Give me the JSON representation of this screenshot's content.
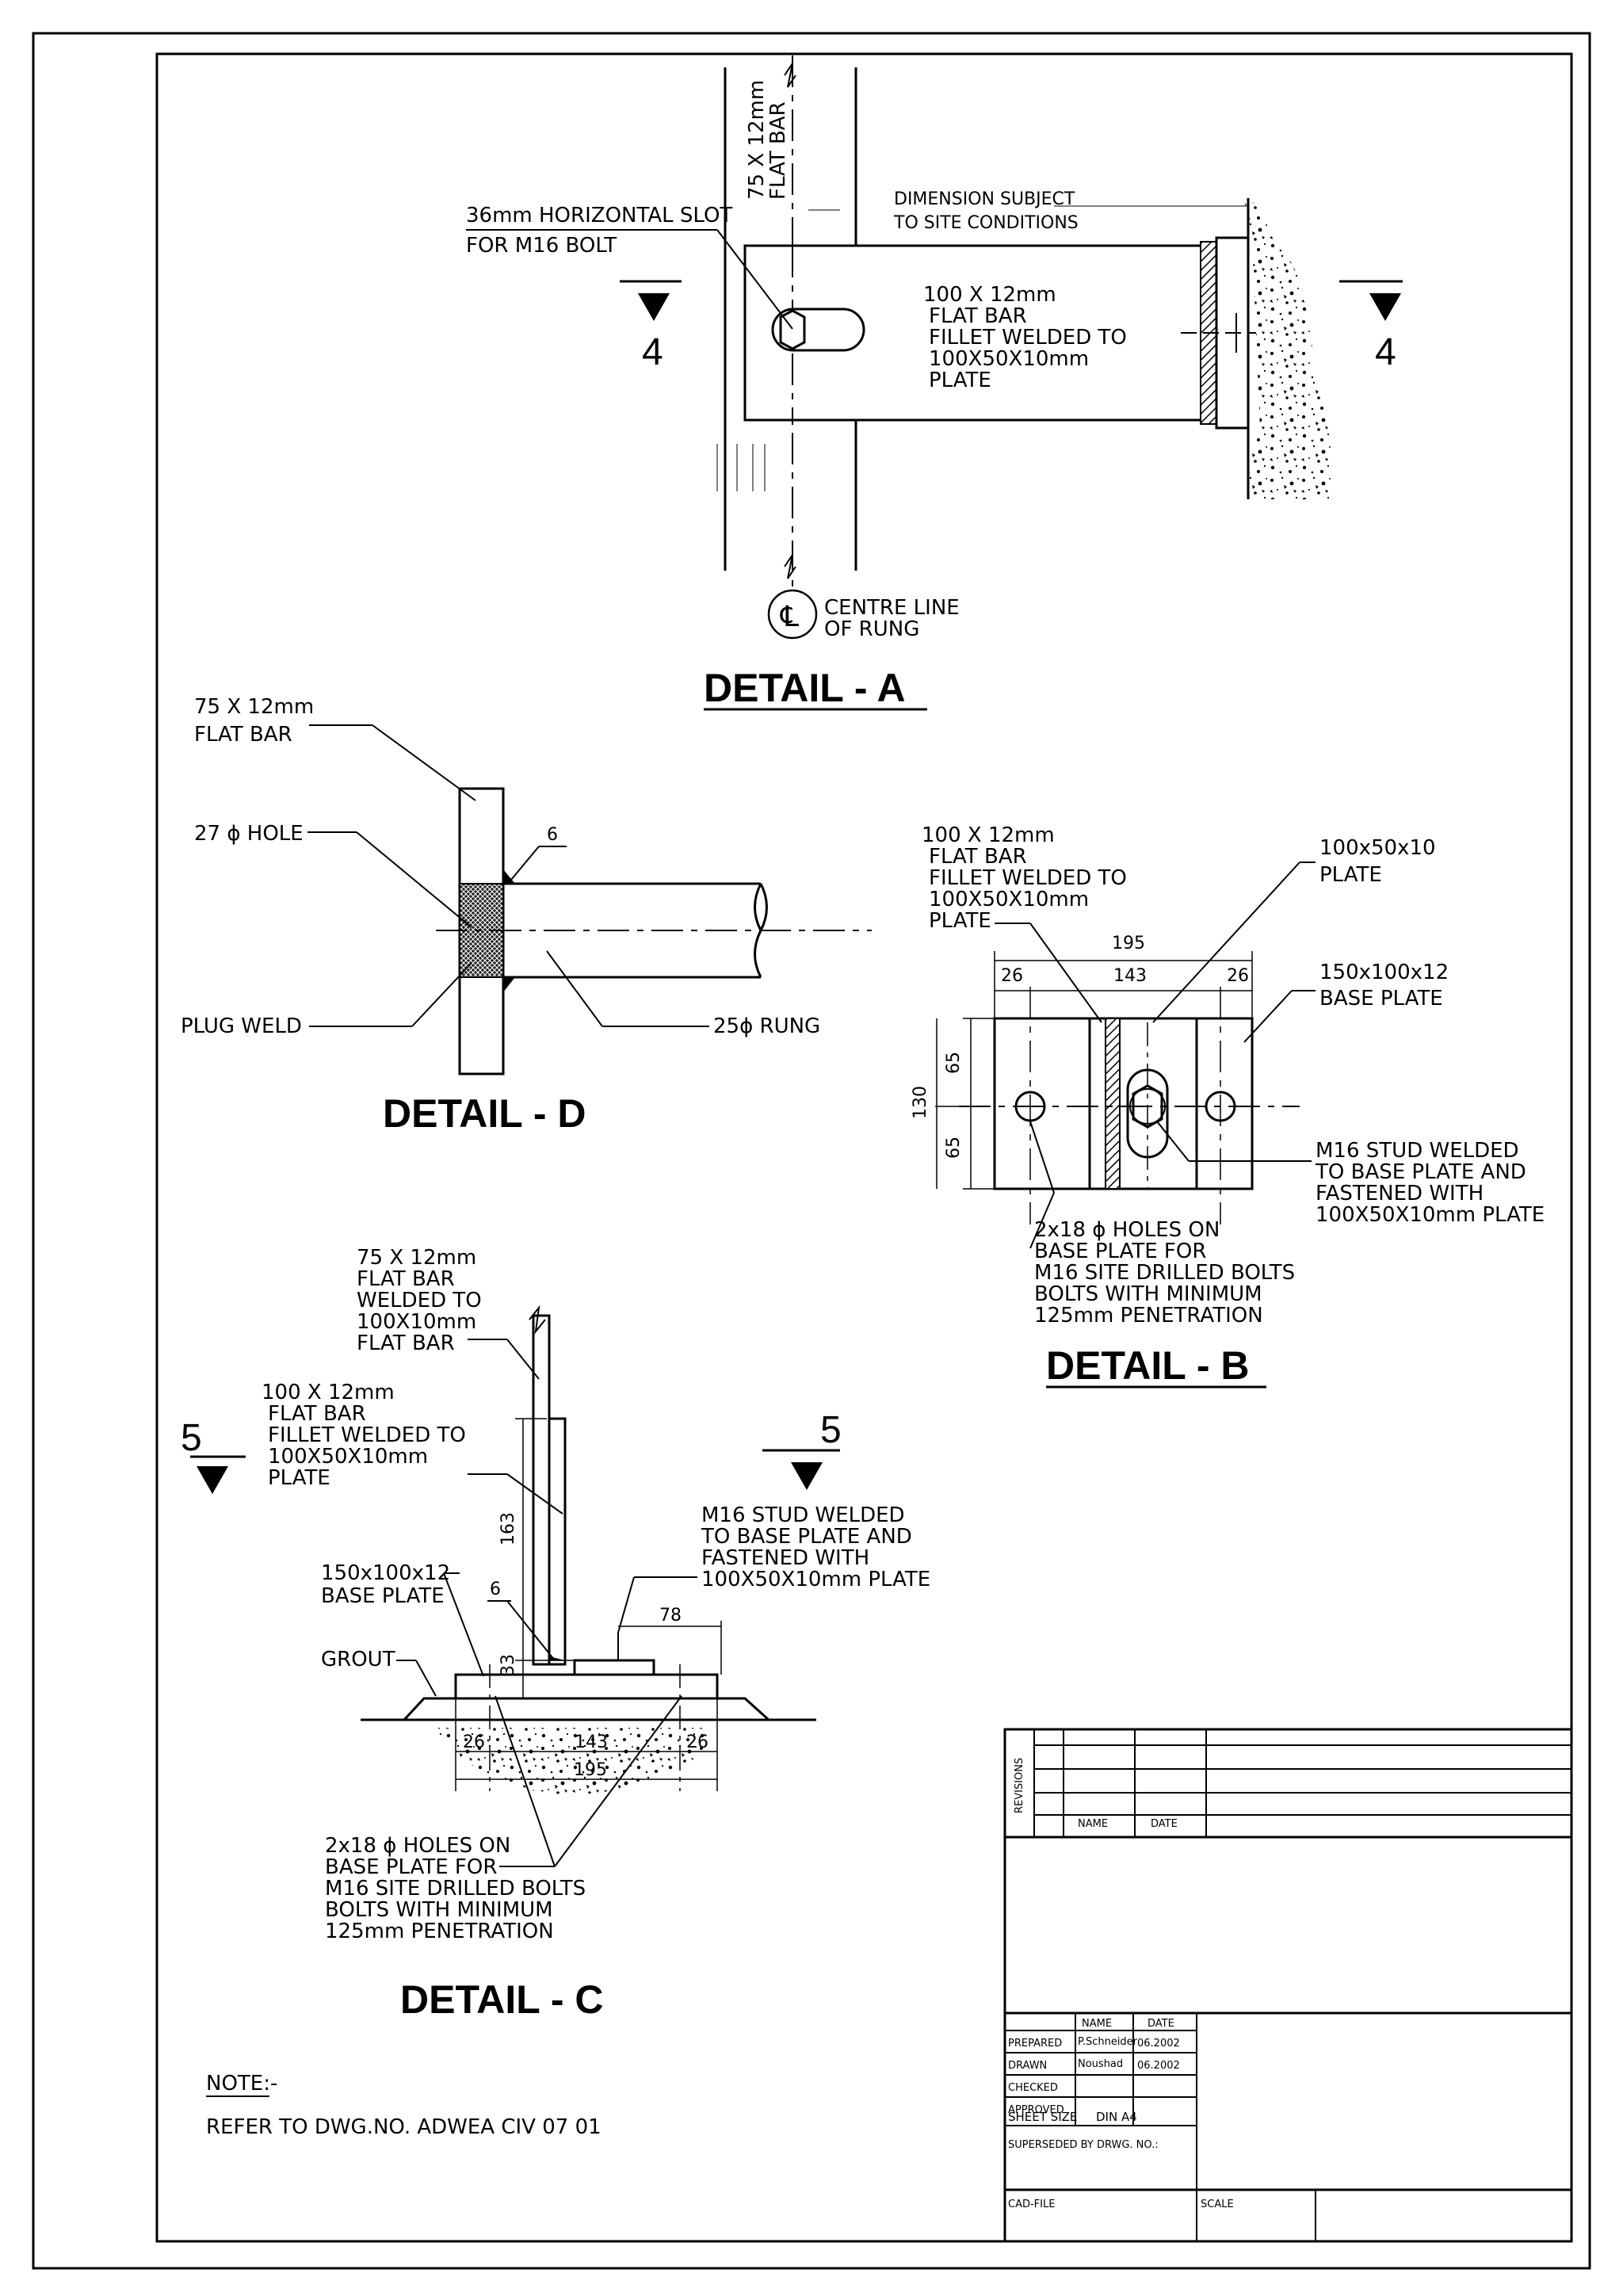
{
  "detail_a": {
    "title": "DETAIL - A",
    "flat_bar_vertical": [
      "75 X 12mm",
      "FLAT BAR"
    ],
    "slot_note": [
      "36mm HORIZONTAL SLOT",
      "FOR M16 BOLT"
    ],
    "dimension_note": [
      "DIMENSION SUBJECT",
      "TO SITE CONDITIONS"
    ],
    "flat_bar_note": [
      "100 X 12mm",
      "FLAT BAR",
      "FILLET WELDED TO",
      "100X50X10mm",
      "PLATE"
    ],
    "section_marker": "4",
    "centre_line_symbol": "℄",
    "centre_line_note": [
      "CENTRE LINE",
      "OF RUNG"
    ]
  },
  "detail_d": {
    "title": "DETAIL - D",
    "flat_bar": [
      "75 X 12mm",
      "FLAT BAR"
    ],
    "hole": "27 ϕ HOLE",
    "weld_size": "6",
    "plug_weld": "PLUG WELD",
    "rung": "25ϕ RUNG"
  },
  "detail_b": {
    "title": "DETAIL - B",
    "flat_bar_note": [
      "100 X 12mm",
      "FLAT BAR",
      "FILLET WELDED TO",
      "100X50X10mm",
      "PLATE"
    ],
    "plate_note": [
      "100x50x10",
      "PLATE"
    ],
    "base_plate_note": [
      "150x100x12",
      "BASE PLATE"
    ],
    "dim_overall": "195",
    "dim_left": "26",
    "dim_middle": "143",
    "dim_right": "26",
    "dim_height": "130",
    "dim_upper": "65",
    "dim_lower": "65",
    "stud_note": [
      "M16 STUD WELDED",
      "TO BASE PLATE AND",
      "FASTENED WITH",
      "100X50X10mm PLATE"
    ],
    "holes_note": [
      "2x18 ϕ HOLES ON",
      "BASE PLATE FOR",
      "M16 SITE DRILLED BOLTS",
      "BOLTS WITH MINIMUM",
      "125mm PENETRATION"
    ]
  },
  "detail_c": {
    "title": "DETAIL - C",
    "flat_bar_note": [
      "75 X 12mm",
      "FLAT BAR",
      "WELDED TO",
      "100X10mm",
      "FLAT BAR"
    ],
    "flat_bar_note_2": [
      "100 X 12mm",
      "FLAT BAR",
      "FILLET WELDED TO",
      "100X50X10mm",
      "PLATE"
    ],
    "section_marker": "5",
    "stud_note": [
      "M16 STUD WELDED",
      "TO BASE PLATE AND",
      "FASTENED WITH",
      "100X50X10mm PLATE"
    ],
    "base_plate_note": [
      "150x100x12",
      "BASE PLATE"
    ],
    "grout": "GROUT",
    "dim_163": "163",
    "dim_weld": "6",
    "dim_78": "78",
    "dim_33": "33",
    "dim_26_left": "26",
    "dim_143": "143",
    "dim_26_right": "26",
    "dim_195": "195",
    "holes_note": [
      "2x18 ϕ HOLES ON",
      "BASE PLATE FOR",
      "M16 SITE DRILLED BOLTS",
      "BOLTS WITH MINIMUM",
      "125mm PENETRATION"
    ]
  },
  "note": {
    "heading": "NOTE:-",
    "text": "REFER TO DWG.NO. ADWEA CIV 07 01"
  },
  "title_block": {
    "revisions_label": "REVISIONS",
    "rev_name_header": "NAME",
    "rev_date_header": "DATE",
    "name_header": "NAME",
    "date_header": "DATE",
    "rows": [
      {
        "label": "PREPARED",
        "name": "P.Schneider",
        "date": "06.2002"
      },
      {
        "label": "DRAWN",
        "name": "Noushad",
        "date": "06.2002"
      },
      {
        "label": "CHECKED",
        "name": "",
        "date": ""
      },
      {
        "label": "APPROVED",
        "name": "",
        "date": ""
      }
    ],
    "sheet_size_label": "SHEET SIZE",
    "sheet_size_value": "DIN A4",
    "superseded": "SUPERSEDED BY DRWG. NO.:",
    "cad_file": "CAD-FILE",
    "scale": "SCALE"
  }
}
